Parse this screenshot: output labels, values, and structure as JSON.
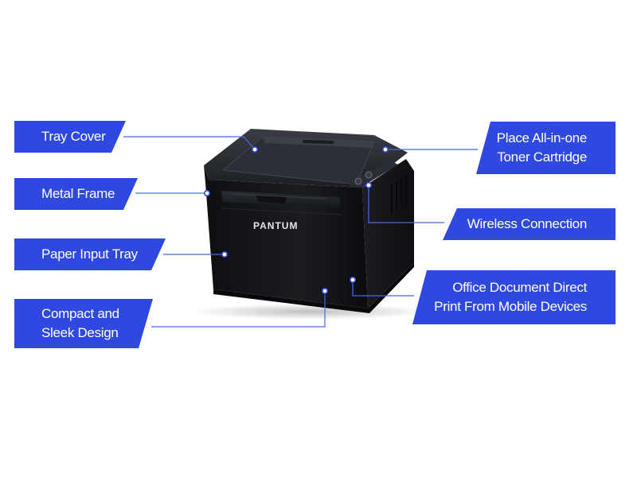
{
  "brand": {
    "name": "PANTUM"
  },
  "labels": {
    "tray_cover": "Tray Cover",
    "metal_frame": "Metal Frame",
    "paper_input_tray": "Paper Input Tray",
    "compact_line1": "Compact and",
    "compact_line2": "Sleek Design",
    "toner_line1": "Place All-in-one",
    "toner_line2": "Toner Cartridge",
    "wireless": "Wireless Connection",
    "office_line1": "Office Document Direct",
    "office_line2": "Print From Mobile Devices"
  },
  "colors": {
    "accent": "#2f49e0",
    "printer_body": "#141519",
    "printer_top": "#22242a",
    "line": "#4a68e8"
  }
}
